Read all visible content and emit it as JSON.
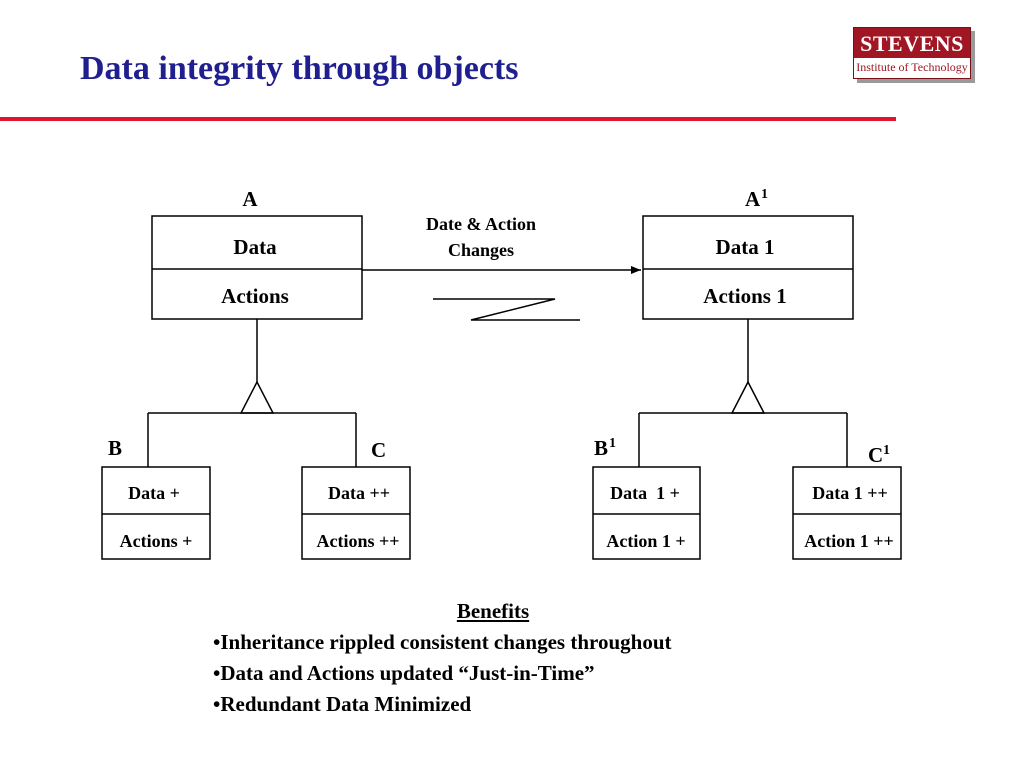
{
  "slide": {
    "title": "Data integrity through objects"
  },
  "logo": {
    "name": "STEVENS",
    "subtitle": "Institute of Technology",
    "color": "#a01623"
  },
  "diagram": {
    "arrow_label_line1": "Date & Action",
    "arrow_label_line2": "Changes",
    "classes": {
      "A": {
        "label": "A",
        "data": "Data",
        "actions": "Actions"
      },
      "B": {
        "label": "B",
        "data": "Data +",
        "actions": "Actions +"
      },
      "C": {
        "label": "C",
        "data": "Data ++",
        "actions": "Actions ++"
      },
      "A1": {
        "label": "A",
        "sup": "1",
        "data": "Data 1",
        "actions": "Actions 1"
      },
      "B1": {
        "label": "B",
        "sup": "1",
        "data": "Data  1 +",
        "actions": "Action 1 +"
      },
      "C1": {
        "label": "C",
        "sup": "1",
        "data": "Data 1 ++",
        "actions": "Action 1 ++"
      }
    }
  },
  "benefits": {
    "heading": "Benefits",
    "items": [
      "•Inheritance rippled consistent changes throughout",
      "•Data and Actions updated “Just-in-Time”",
      "•Redundant Data Minimized"
    ]
  },
  "colors": {
    "title": "#1f1f8f",
    "rule": "#e0152e"
  }
}
